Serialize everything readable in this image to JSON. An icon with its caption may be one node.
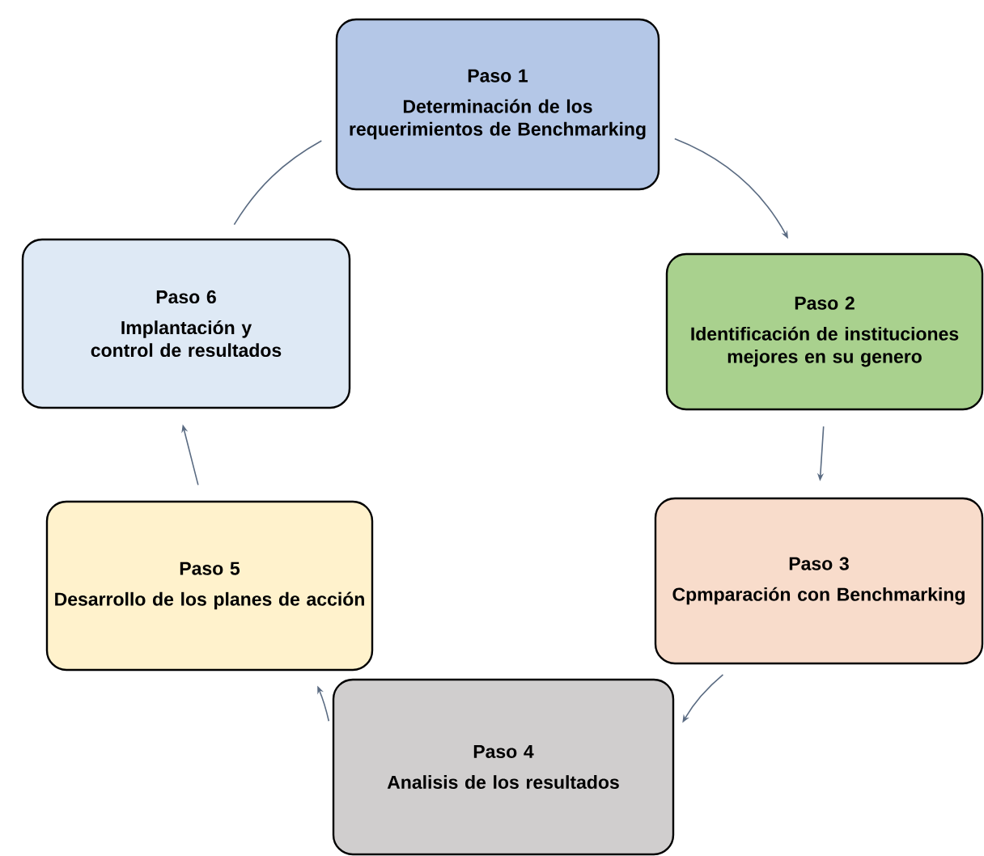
{
  "diagram": {
    "nodes": [
      {
        "text": [
          "Paso 1",
          "Determinación de los requerimientos de Benchmarking"
        ]
      },
      {
        "text": [
          "Paso 2",
          "Identificación de instituciones mejores en su genero"
        ]
      },
      {
        "text": [
          "Paso 3",
          "Cpmparación con Benchmarking"
        ]
      },
      {
        "text": [
          "Paso 4",
          "Analisis de los resultados"
        ]
      },
      {
        "text": [
          "Paso 5",
          "Desarrollo de los planes de acción"
        ]
      },
      {
        "text": [
          "Paso 6",
          "Implantación y control de resultados"
        ]
      }
    ],
    "edges": [
      {
        "from": 0,
        "to": 1,
        "arrow": "to"
      },
      {
        "from": 1,
        "to": 2,
        "arrow": "to"
      },
      {
        "from": 2,
        "to": 3,
        "arrow": "to"
      },
      {
        "from": 3,
        "to": 4,
        "arrow": "to"
      },
      {
        "from": 4,
        "to": 5,
        "arrow": "to"
      },
      {
        "from": 5,
        "to": 0,
        "arrow": "none"
      }
    ]
  }
}
